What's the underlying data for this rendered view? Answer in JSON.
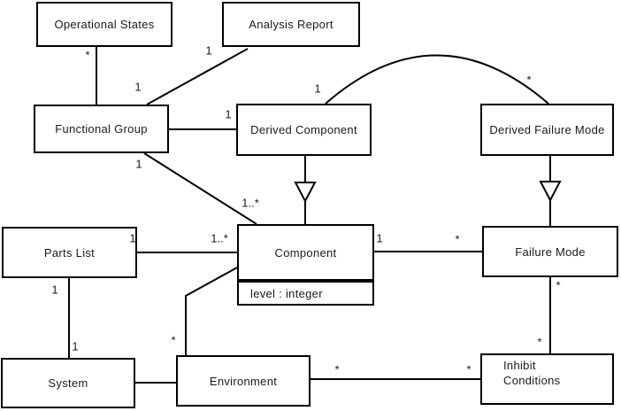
{
  "diagram": {
    "type": "uml-class-diagram",
    "classes": [
      {
        "name": "Operational States"
      },
      {
        "name": "Analysis Report"
      },
      {
        "name": "Functional Group"
      },
      {
        "name": "Derived Component"
      },
      {
        "name": "Derived Failure Mode"
      },
      {
        "name": "Parts List"
      },
      {
        "name": "Component",
        "attributes": [
          "level : integer"
        ]
      },
      {
        "name": "Failure Mode"
      },
      {
        "name": "System"
      },
      {
        "name": "Environment"
      },
      {
        "name": "Inhibit Conditions"
      }
    ],
    "associations": [
      {
        "from": "Operational States",
        "to": "Functional Group",
        "type": "association",
        "from_multiplicity": "*"
      },
      {
        "from": "Analysis Report",
        "to": "Functional Group",
        "type": "association",
        "from_multiplicity": "1",
        "to_multiplicity": "1"
      },
      {
        "from": "Functional Group",
        "to": "Derived Component",
        "type": "association",
        "to_multiplicity": "1"
      },
      {
        "from": "Functional Group",
        "to": "Component",
        "type": "association",
        "from_multiplicity": "1",
        "to_multiplicity": "1..*"
      },
      {
        "from": "Derived Component",
        "to": "Derived Failure Mode",
        "type": "association",
        "from_multiplicity": "1",
        "to_multiplicity": "*"
      },
      {
        "from": "Parts List",
        "to": "Component",
        "type": "association",
        "from_multiplicity": "1",
        "to_multiplicity": "1..*"
      },
      {
        "from": "Component",
        "to": "Failure Mode",
        "type": "association",
        "from_multiplicity": "1",
        "to_multiplicity": "*"
      },
      {
        "from": "Failure Mode",
        "to": "Inhibit Conditions",
        "type": "association",
        "from_multiplicity": "*",
        "to_multiplicity": "*"
      },
      {
        "from": "Component",
        "to": "Environment",
        "type": "association",
        "to_multiplicity": "*"
      },
      {
        "from": "Parts List",
        "to": "System",
        "type": "association",
        "from_multiplicity": "1",
        "to_multiplicity": "1"
      },
      {
        "from": "System",
        "to": "Environment",
        "type": "association"
      },
      {
        "from": "Environment",
        "to": "Inhibit Conditions",
        "type": "association",
        "from_multiplicity": "*",
        "to_multiplicity": "*"
      },
      {
        "from": "Derived Component",
        "to": "Component",
        "type": "generalization"
      },
      {
        "from": "Derived Failure Mode",
        "to": "Failure Mode",
        "type": "generalization"
      }
    ],
    "colors": {
      "line": "#000000",
      "box_border": "#000000",
      "box_fill": "#ffffff",
      "text": "#1a1a1a",
      "background": "#ffffff"
    }
  }
}
